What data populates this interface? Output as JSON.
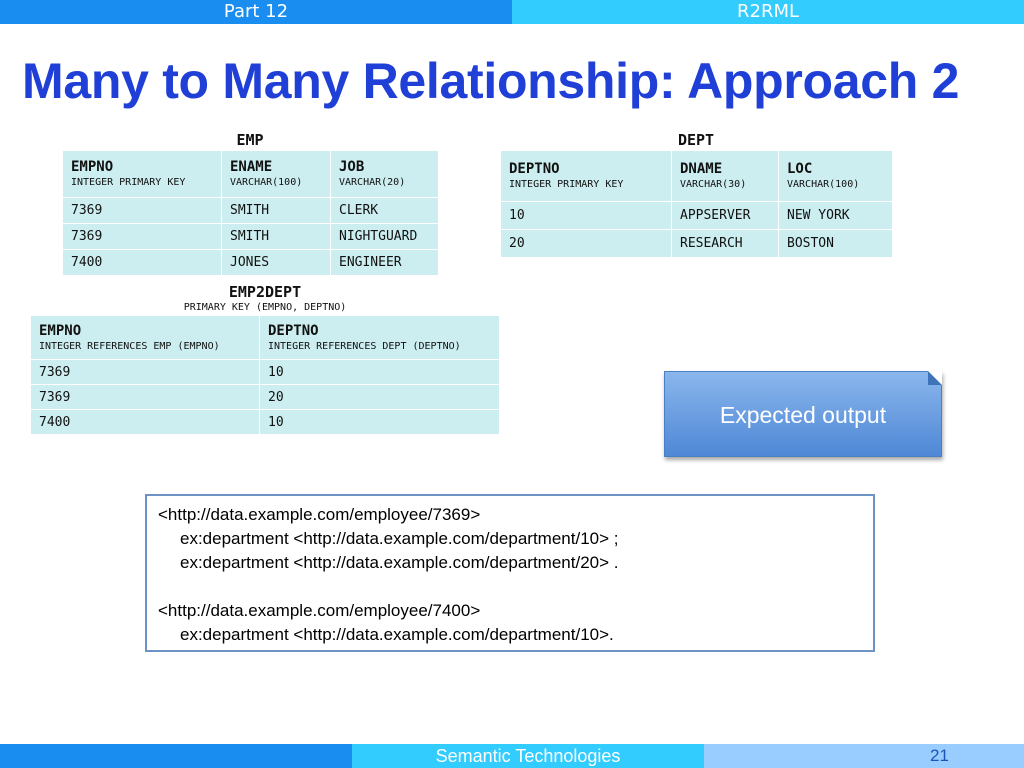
{
  "header": {
    "left": "Part 12",
    "right": "R2RML"
  },
  "title": "Many to Many Relationship: Approach 2",
  "emp": {
    "caption": "EMP",
    "columns": [
      {
        "name": "EMPNO",
        "type": "INTEGER PRIMARY KEY"
      },
      {
        "name": "ENAME",
        "type": "VARCHAR(100)"
      },
      {
        "name": "JOB",
        "type": "VARCHAR(20)"
      }
    ],
    "rows": [
      [
        "7369",
        "SMITH",
        "CLERK"
      ],
      [
        "7369",
        "SMITH",
        "NIGHTGUARD"
      ],
      [
        "7400",
        "JONES",
        "ENGINEER"
      ]
    ]
  },
  "dept": {
    "caption": "DEPT",
    "columns": [
      {
        "name": "DEPTNO",
        "type": "INTEGER PRIMARY KEY"
      },
      {
        "name": "DNAME",
        "type": "VARCHAR(30)"
      },
      {
        "name": "LOC",
        "type": "VARCHAR(100)"
      }
    ],
    "rows": [
      [
        "10",
        "APPSERVER",
        "NEW YORK"
      ],
      [
        "20",
        "RESEARCH",
        "BOSTON"
      ]
    ]
  },
  "emp2dept": {
    "caption": "EMP2DEPT",
    "subcaption": "PRIMARY KEY (EMPNO, DEPTNO)",
    "columns": [
      {
        "name": "EMPNO",
        "type": "INTEGER REFERENCES EMP (EMPNO)"
      },
      {
        "name": "DEPTNO",
        "type": "INTEGER REFERENCES DEPT (DEPTNO)"
      }
    ],
    "rows": [
      [
        "7369",
        "10"
      ],
      [
        "7369",
        "20"
      ],
      [
        "7400",
        "10"
      ]
    ]
  },
  "expected_label": "Expected output",
  "output_lines": [
    "<http://data.example.com/employee/7369>",
    "ex:department <http://data.example.com/department/10> ;",
    "ex:department <http://data.example.com/department/20> .",
    "",
    "<http://data.example.com/employee/7400>",
    "ex:department <http://data.example.com/department/10>."
  ],
  "footer": {
    "center": "Semantic Technologies",
    "page": "21"
  },
  "colors": {
    "title": "#1f3fd6",
    "header_left": "#1a8ef0",
    "header_right": "#33ccff",
    "table_fill": "#cdeef0"
  }
}
